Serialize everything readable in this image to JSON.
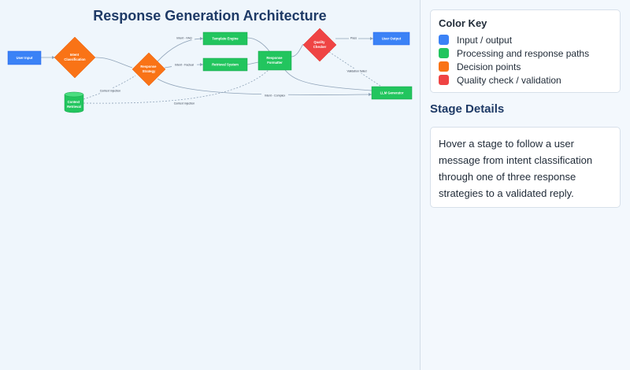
{
  "title": "Response Generation Architecture",
  "colors": {
    "io": "#3b82f6",
    "process": "#22c55e",
    "decision": "#f97316",
    "quality": "#ef4444",
    "title": "#1e3a66"
  },
  "diagram": {
    "nodes": {
      "user_input": {
        "label": "User Input",
        "kind": "io"
      },
      "intent": {
        "label": "Intent Classification",
        "kind": "decision"
      },
      "strategy": {
        "label": "Response Strategy",
        "kind": "decision"
      },
      "context": {
        "label": "Context Retrieval",
        "kind": "process"
      },
      "template": {
        "label": "Template Engine",
        "kind": "process"
      },
      "retrieval": {
        "label": "Retrieval System",
        "kind": "process"
      },
      "formatter": {
        "label": "Response Formatter",
        "kind": "process"
      },
      "quality": {
        "label": "Quality Checker",
        "kind": "quality"
      },
      "output": {
        "label": "User Output",
        "kind": "io"
      },
      "llm": {
        "label": "LLM Generator",
        "kind": "process"
      }
    },
    "edges": {
      "faq": "Intent - FAQ",
      "factual": "Intent - Factual",
      "complex": "Intent - Complex",
      "injection1": "Context injection",
      "injection2": "Context injection",
      "pass": "Pass",
      "failed": "Validation failed"
    }
  },
  "legend": {
    "title": "Color Key",
    "items": [
      {
        "label": "Input / output",
        "color": "#3b82f6"
      },
      {
        "label": "Processing and response paths",
        "color": "#22c55e"
      },
      {
        "label": "Decision points",
        "color": "#f97316"
      },
      {
        "label": "Quality check / validation",
        "color": "#ef4444"
      }
    ]
  },
  "details": {
    "heading": "Stage Details",
    "text": "Hover a stage to follow a user message from intent classification through one of three response strategies to a validated reply."
  }
}
